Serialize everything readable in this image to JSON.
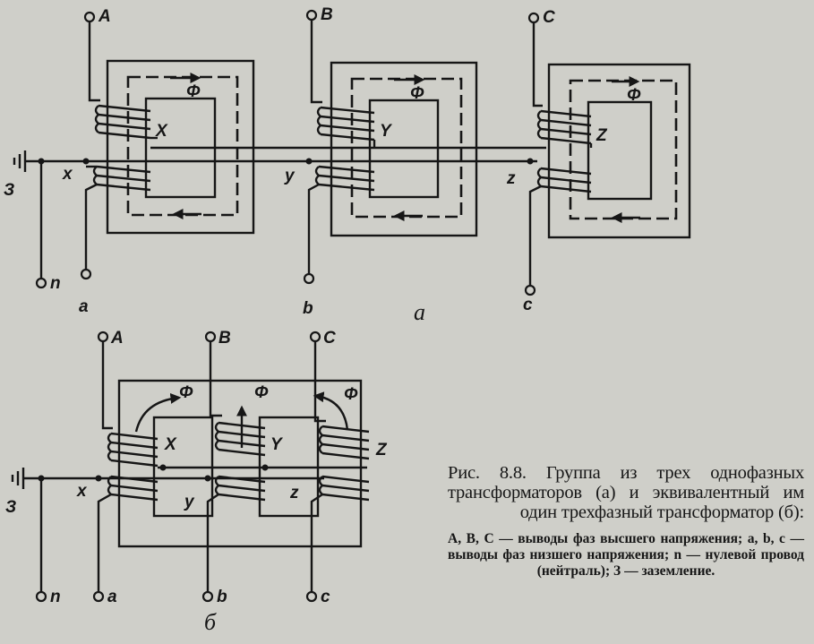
{
  "figure": {
    "part_labels": {
      "a": "а",
      "b": "б"
    },
    "top": {
      "transformers": [
        {
          "hv_terminal": "A",
          "hv_end": "X",
          "lv_terminal": "a",
          "lv_end": "x",
          "flux": "Φ"
        },
        {
          "hv_terminal": "B",
          "hv_end": "Y",
          "lv_terminal": "b",
          "lv_end": "y",
          "flux": "Φ"
        },
        {
          "hv_terminal": "C",
          "hv_end": "Z",
          "lv_terminal": "c",
          "lv_end": "z",
          "flux": "Φ"
        }
      ],
      "ground_label": "З",
      "neutral_label": "n"
    },
    "bottom": {
      "hv_terminals": [
        "A",
        "B",
        "C"
      ],
      "hv_ends": [
        "X",
        "Y",
        "Z"
      ],
      "lv_terminals": [
        "a",
        "b",
        "c"
      ],
      "lv_ends": [
        "x",
        "y",
        "z"
      ],
      "flux": [
        "Φ",
        "Φ",
        "Φ"
      ],
      "ground_label": "З",
      "neutral_label": "n"
    }
  },
  "caption": {
    "title": "Рис. 8.8. Группа из трех однофазных трансформаторов (а) и эквивалентный им один трехфазный трансформатор (б):",
    "legend": "А, В, С — выводы фаз высшего напряжения; а, b, с — выводы фаз низшего напряжения; n — нулевой провод (нейтраль); З — заземление."
  }
}
